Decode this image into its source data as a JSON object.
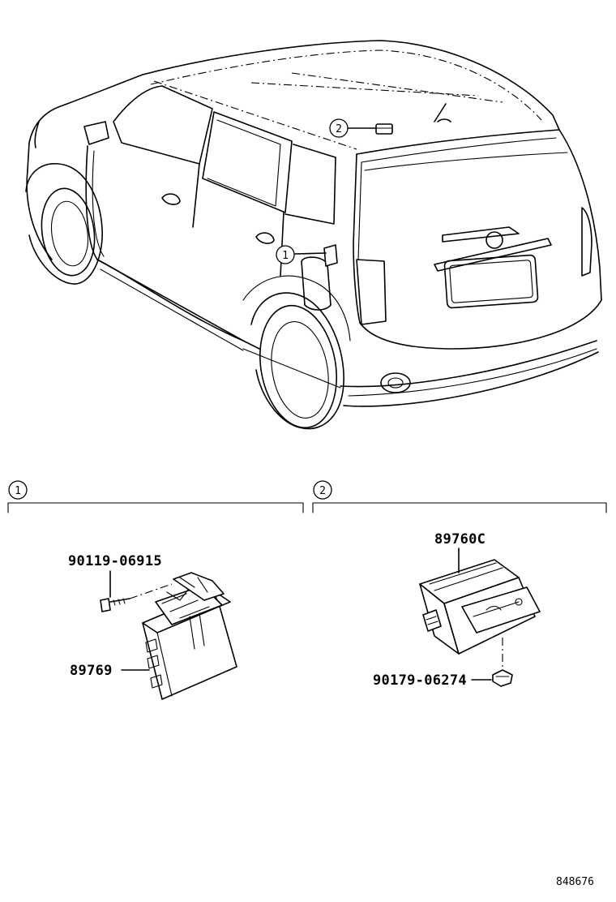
{
  "callouts": {
    "one": "1",
    "two": "2"
  },
  "sections": [
    {
      "marker": "1"
    },
    {
      "marker": "2"
    }
  ],
  "parts": {
    "bolt": "90119-06915",
    "module_left": "89769",
    "module_right": "89760C",
    "nut": "90179-06274"
  },
  "illustration_code": "848676"
}
